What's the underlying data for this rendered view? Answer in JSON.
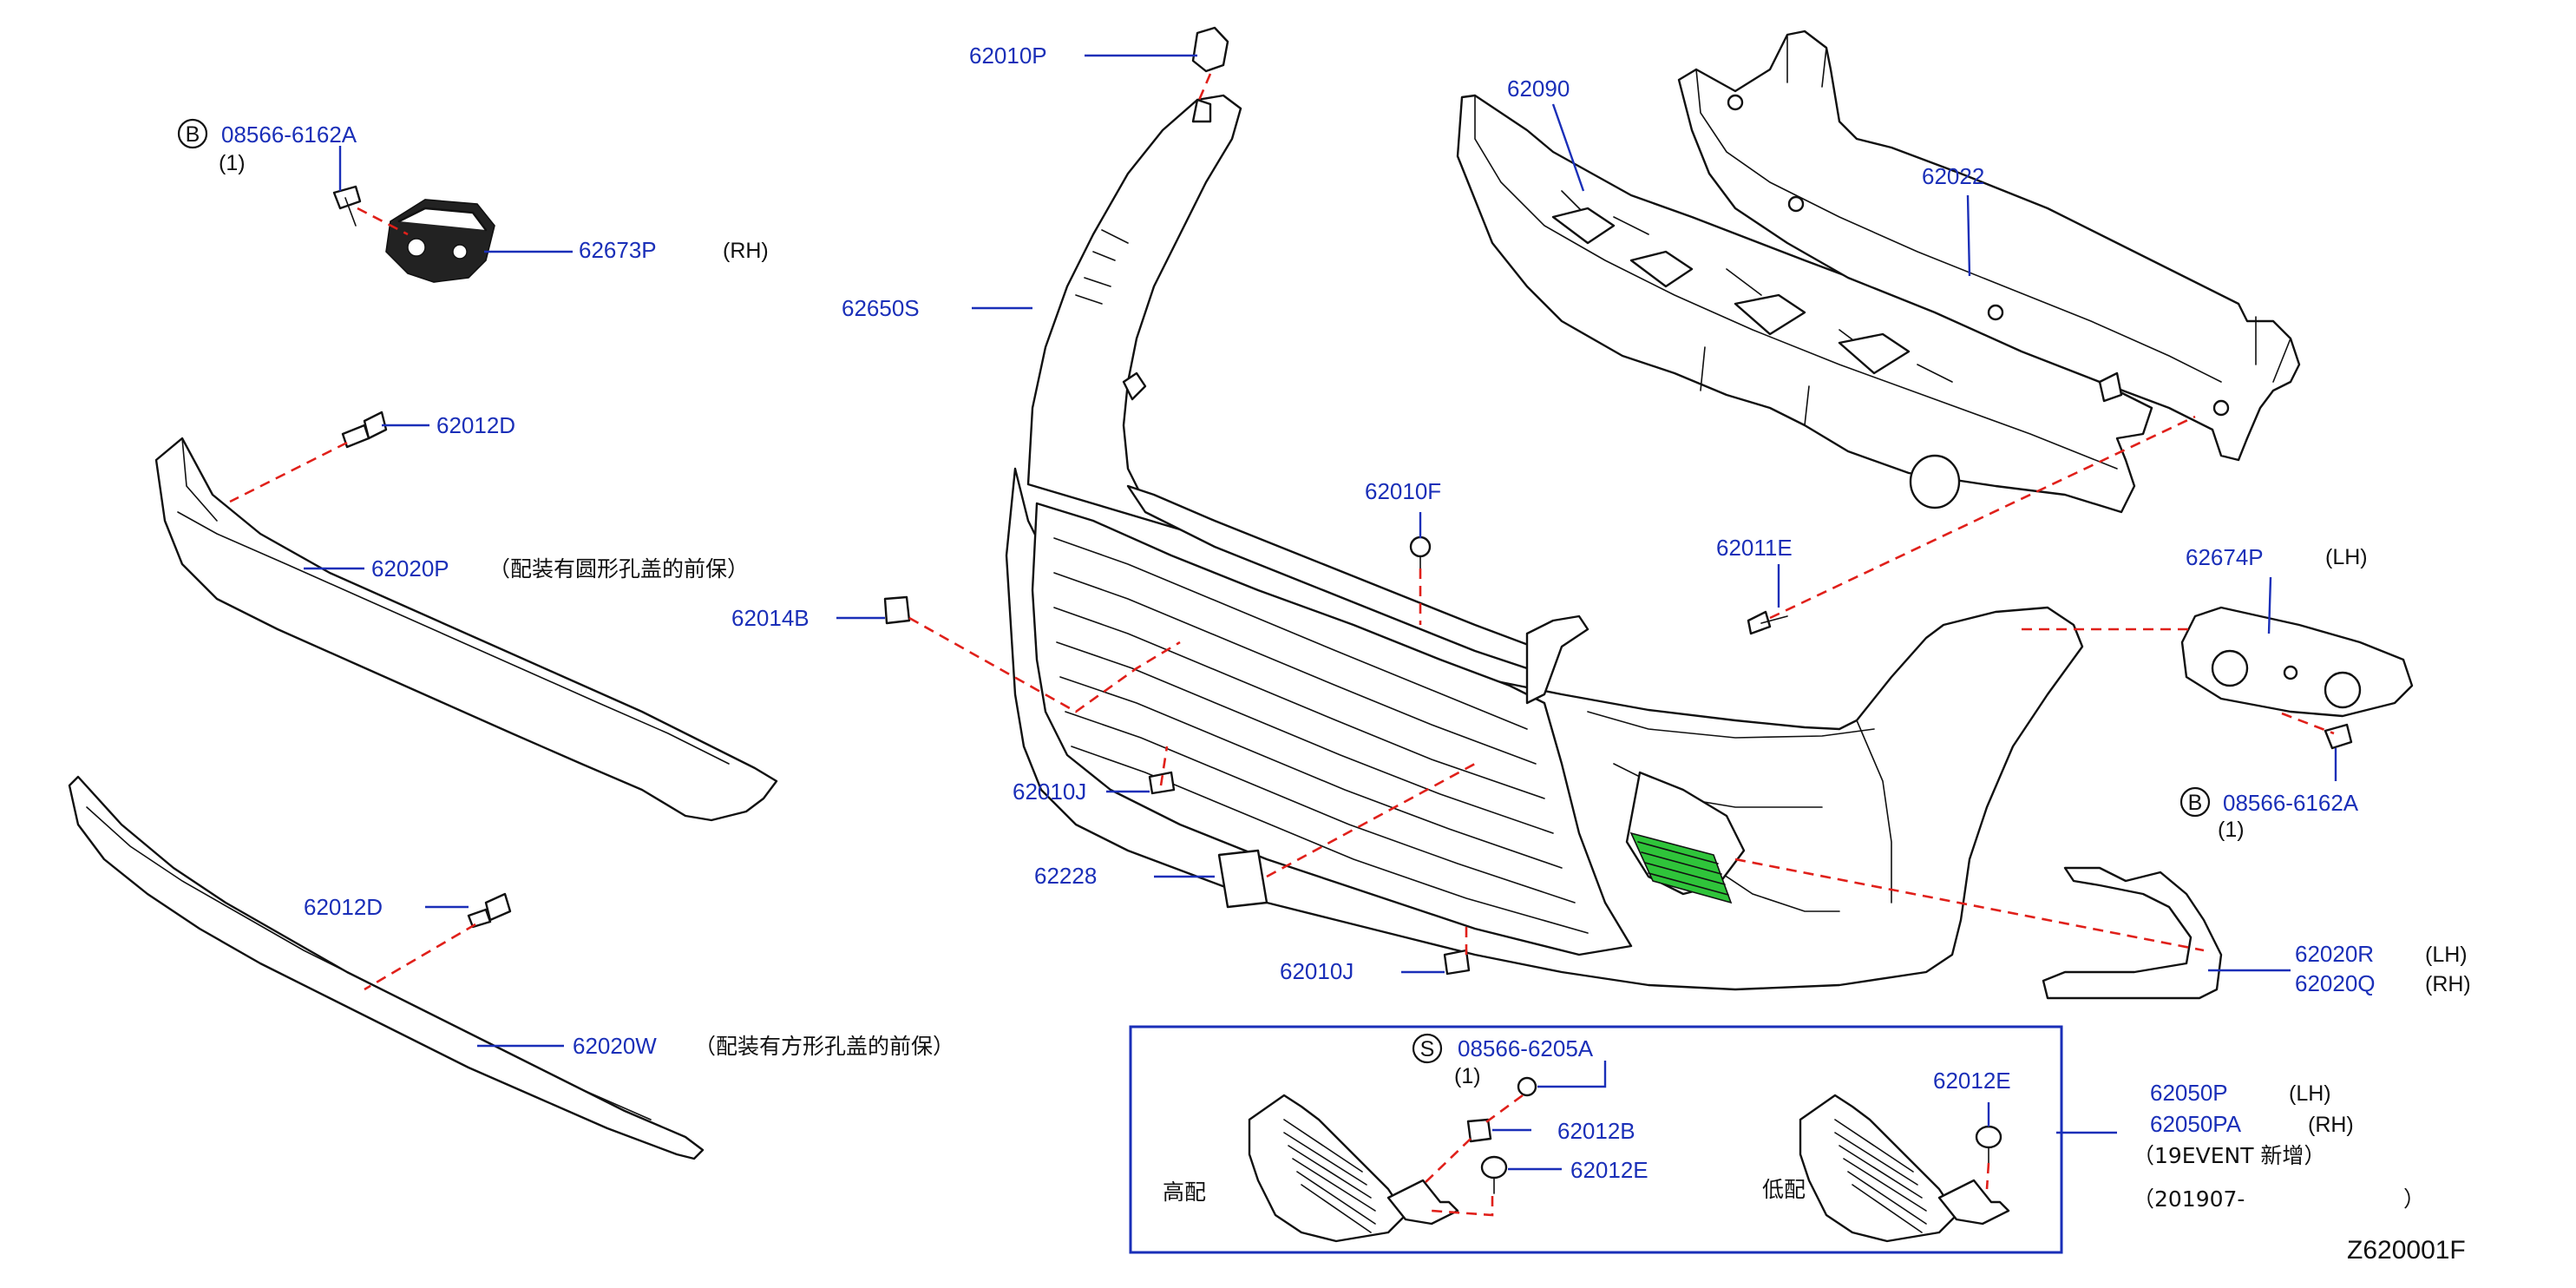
{
  "figure_id": "Z620001F",
  "labels": {
    "p62010P": "62010P",
    "p62090": "62090",
    "p62022": "62022",
    "p08566_6162A_top": "08566-6162A",
    "qty_top": "(1)",
    "b_top": "B",
    "p62673P": "62673P",
    "rh_top": "(RH)",
    "p62650S": "62650S",
    "p62012D_top": "62012D",
    "p62020P": "62020P",
    "note_62020P": "（配装有圆形孔盖的前保）",
    "p62010F": "62010F",
    "p62011E": "62011E",
    "p62674P": "62674P",
    "lh_62674P": "(LH)",
    "p62014B": "62014B",
    "p62010J_mid": "62010J",
    "b_right": "B",
    "p08566_6162A_right": "08566-6162A",
    "qty_right": "(1)",
    "p62228": "62228",
    "p62012D_low": "62012D",
    "p62010J_low": "62010J",
    "p62020R": "62020R",
    "lh_62020R": "(LH)",
    "p62020Q": "62020Q",
    "rh_62020Q": "(RH)",
    "p62020W": "62020W",
    "note_62020W": "（配装有方形孔盖的前保）",
    "s_box": "S",
    "p08566_6205A": "08566-6205A",
    "qty_box": "(1)",
    "p62012B": "62012B",
    "p62012E_left": "62012E",
    "p62012E_right": "62012E",
    "high_spec": "高配",
    "low_spec": "低配",
    "p62050P": "62050P",
    "lh_62050P": "(LH)",
    "p62050PA": "62050PA",
    "rh_62050PA": "(RH)",
    "event_note": "（19EVENT  新增）",
    "date_note_start": "（201907-",
    "date_note_end": "）"
  },
  "colors": {
    "part_number": "#1a2fb8",
    "leader": "#1a2fb8",
    "dashed_link": "#e0201a",
    "highlight_part": "#2fc43a",
    "line_art": "#111111"
  }
}
